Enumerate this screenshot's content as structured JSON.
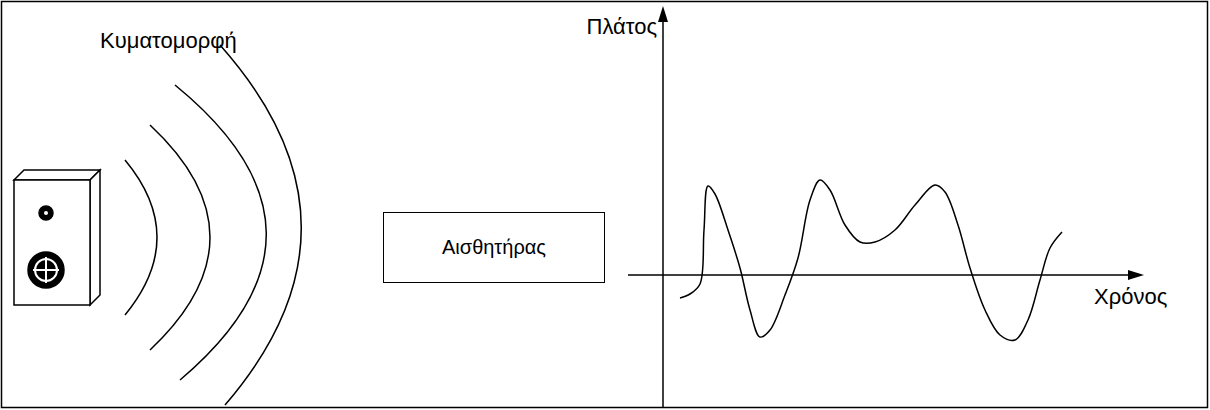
{
  "diagram": {
    "nodes": [
      {
        "text": [
          "Αισθητήρας"
        ]
      }
    ],
    "labels": [
      "Κυματομορφή",
      "Πλάτος",
      "Χρόνος"
    ]
  }
}
